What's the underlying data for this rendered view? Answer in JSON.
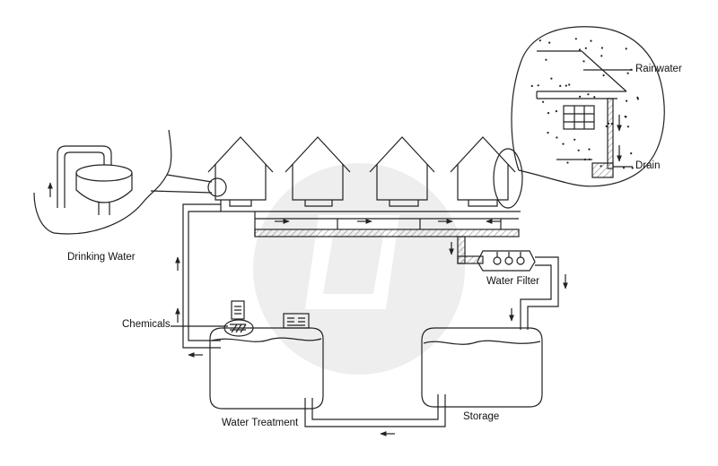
{
  "labels": {
    "rainwater": "Rainwater",
    "drain": "Drain",
    "drinking_water": "Drinking Water",
    "water_filter": "Water Filter",
    "chemicals": "Chemicals",
    "storage": "Storage",
    "water_treatment": "Water Treatment"
  },
  "colors": {
    "stroke": "#222222",
    "hatch": "#9a9a9a",
    "watermark": "#eeeeee",
    "background": "#ffffff"
  },
  "icons": {
    "flow_arrow": "arrow-icon",
    "house": "house-icon",
    "tap": "tap-icon"
  }
}
